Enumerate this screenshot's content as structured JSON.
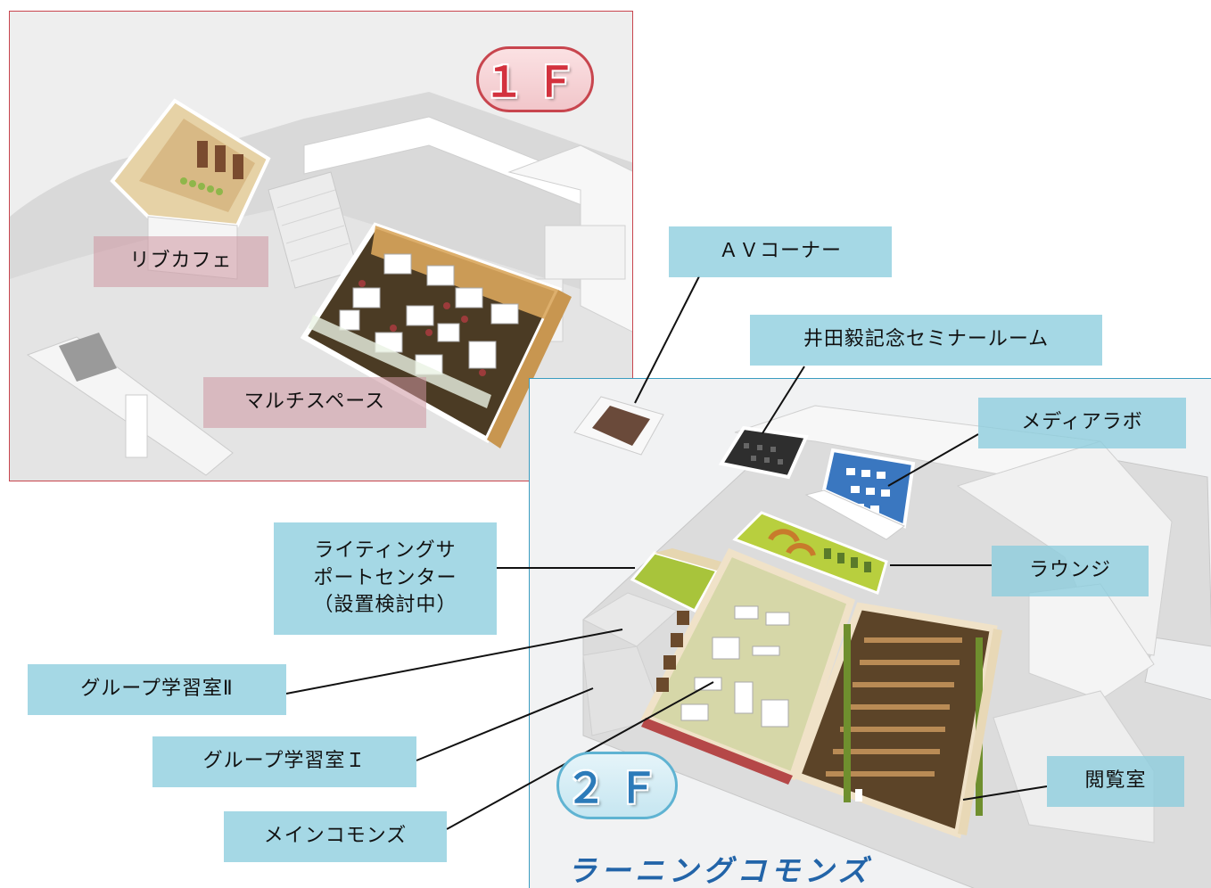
{
  "floors": {
    "first": {
      "badge": "１Ｆ",
      "labels": {
        "cafe": "リブカフェ",
        "multi_space": "マルチスペース"
      }
    },
    "second": {
      "badge": "２Ｆ",
      "title": "ラーニングコモンズ",
      "labels": {
        "av_corner": "ＡＶコーナー",
        "seminar_room": "井田毅記念セミナールーム",
        "media_lab": "メディアラボ",
        "writing_center": "ライティングサ\nポートセンター\n（設置検討中）",
        "lounge": "ラウンジ",
        "group_room_2": "グループ学習室Ⅱ",
        "group_room_1": "グループ学習室Ｉ",
        "reading_room": "閲覧室",
        "main_commons": "メインコモンズ"
      }
    }
  },
  "colors": {
    "first_floor_accent": "#c8454e",
    "second_floor_accent": "#3a9cc0",
    "label_pink": "#cd96a0",
    "label_blue": "#8ccdde",
    "title_blue": "#2264a8"
  }
}
